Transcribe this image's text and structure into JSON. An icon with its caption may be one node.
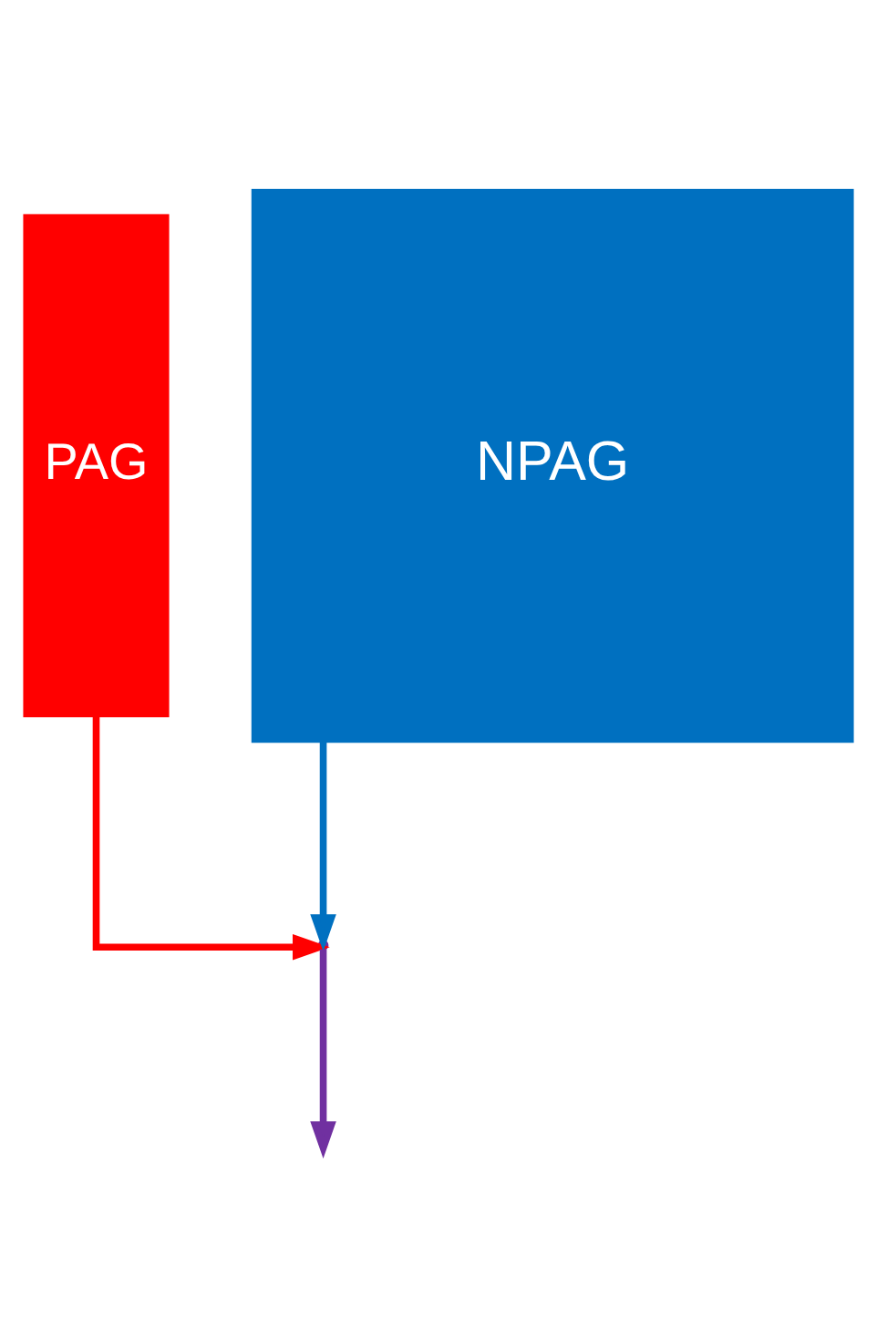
{
  "diagram": {
    "nodes": [
      {
        "text": [
          "PAG"
        ]
      },
      {
        "text": [
          "NPAG"
        ]
      },
      {
        "text": [],
        "shape": "point"
      }
    ],
    "edges": [
      {
        "from": 0,
        "to": 2,
        "arrow": "to",
        "color": "#ff0000"
      },
      {
        "from": 1,
        "to": 2,
        "arrow": "to",
        "color": "#0070c0"
      },
      {
        "from": 2,
        "to": null,
        "arrow": "to",
        "color": "#7030a0"
      }
    ]
  }
}
